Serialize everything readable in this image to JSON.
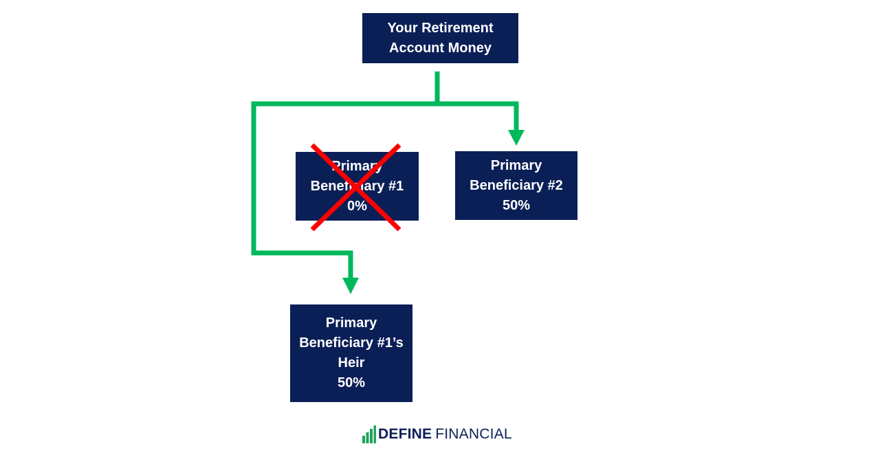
{
  "colors": {
    "box_fill": "#0b1f57",
    "box_text": "#ffffff",
    "connector": "#00b85c",
    "cross_mark": "#ff0000",
    "logo_green": "#1fa35a",
    "logo_text": "#0b1f57"
  },
  "nodes": {
    "root": {
      "lines": [
        "Your Retirement",
        "Account Money"
      ]
    },
    "beneficiary_1": {
      "lines": [
        "Primary",
        "Beneficiary #1",
        "0%"
      ],
      "crossed_out": true
    },
    "beneficiary_2": {
      "lines": [
        "Primary",
        "Beneficiary #2",
        "50%"
      ]
    },
    "heir": {
      "lines": [
        "Primary",
        "Beneficiary #1’s",
        "Heir",
        "50%"
      ]
    }
  },
  "edges": [
    {
      "from": "root",
      "to": "beneficiary_2"
    },
    {
      "from": "root",
      "to": "heir"
    }
  ],
  "icons": {
    "cross": "x-cross-icon",
    "logo": "bar-chart-logo-icon"
  },
  "logo": {
    "bold_text": "DEFINE",
    "light_text": "FINANCIAL"
  }
}
